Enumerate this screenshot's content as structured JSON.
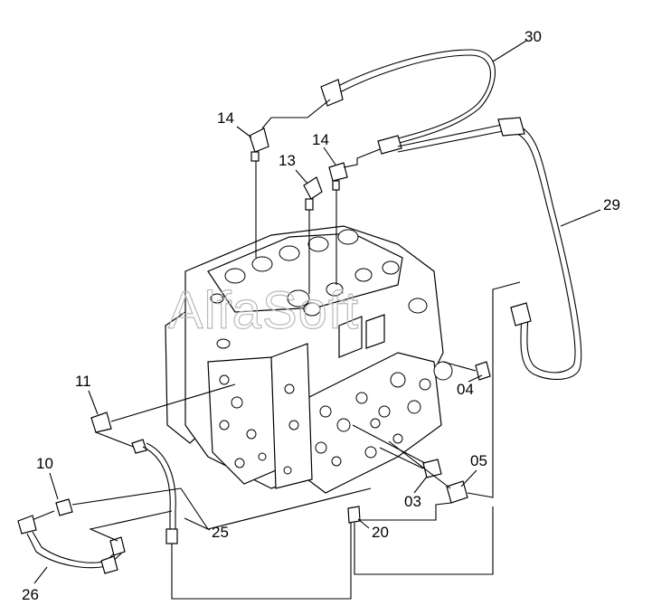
{
  "watermark": "AlfaSoft",
  "callouts": [
    {
      "id": "c30",
      "text": "30"
    },
    {
      "id": "c14a",
      "text": "14"
    },
    {
      "id": "c14b",
      "text": "14"
    },
    {
      "id": "c13",
      "text": "13"
    },
    {
      "id": "c29",
      "text": "29"
    },
    {
      "id": "c11",
      "text": "11"
    },
    {
      "id": "c04",
      "text": "04"
    },
    {
      "id": "c10",
      "text": "10"
    },
    {
      "id": "c05",
      "text": "05"
    },
    {
      "id": "c03",
      "text": "03"
    },
    {
      "id": "c20",
      "text": "20"
    },
    {
      "id": "c25",
      "text": "25"
    },
    {
      "id": "c26",
      "text": "26"
    }
  ]
}
